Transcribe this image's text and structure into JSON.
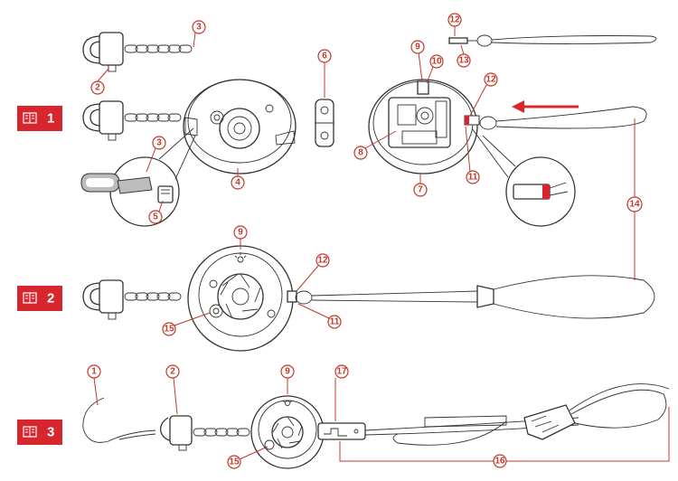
{
  "steps": [
    {
      "label": "1",
      "icon": "book-icon"
    },
    {
      "label": "2",
      "icon": "book-icon"
    },
    {
      "label": "3",
      "icon": "book-icon"
    }
  ],
  "callouts": [
    "1",
    "2",
    "3",
    "3",
    "4",
    "5",
    "6",
    "7",
    "8",
    "9",
    "9",
    "9",
    "10",
    "11",
    "11",
    "12",
    "12",
    "12",
    "13",
    "14",
    "15",
    "15",
    "16",
    "17"
  ],
  "colors": {
    "accent": "#d7262d",
    "line": "#333333"
  }
}
